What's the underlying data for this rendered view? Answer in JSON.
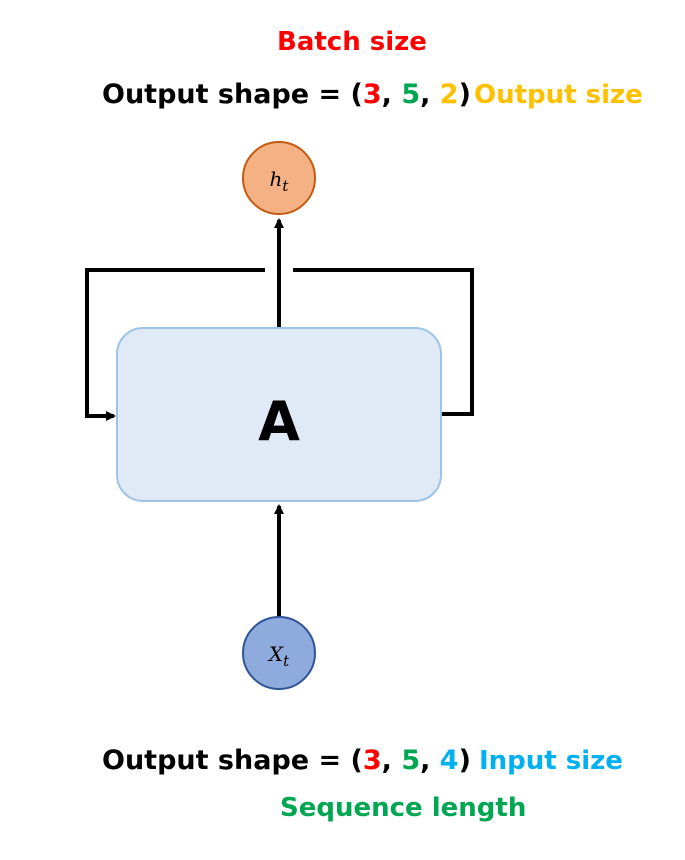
{
  "labels": {
    "batch_size": "Batch size",
    "output_size": "Output size",
    "input_size": "Input size",
    "sequence_length": "Sequence length"
  },
  "top_shape": {
    "prefix": "Output shape = (",
    "v1": "3",
    "sep1": ", ",
    "v2": "5",
    "sep2": ", ",
    "v3": "2",
    "suffix": ")"
  },
  "bottom_shape": {
    "prefix": "Output shape = (",
    "v1": "3",
    "sep1": ", ",
    "v2": "5",
    "sep2": ", ",
    "v3": "4",
    "suffix": ")"
  },
  "nodes": {
    "cell_label": "A",
    "output_var": "h",
    "output_sub": "t",
    "input_var": "X",
    "input_sub": "t"
  },
  "colors": {
    "batch": "#ff0000",
    "sequence": "#00a651",
    "output": "#ffc000",
    "input": "#00b0f0",
    "cell_fill": "#dfeaf6",
    "cell_stroke": "#9dc3e6",
    "output_node_fill": "#f4b183",
    "output_node_stroke": "#c55a11",
    "input_node_fill": "#8faadc",
    "input_node_stroke": "#2f5597"
  }
}
